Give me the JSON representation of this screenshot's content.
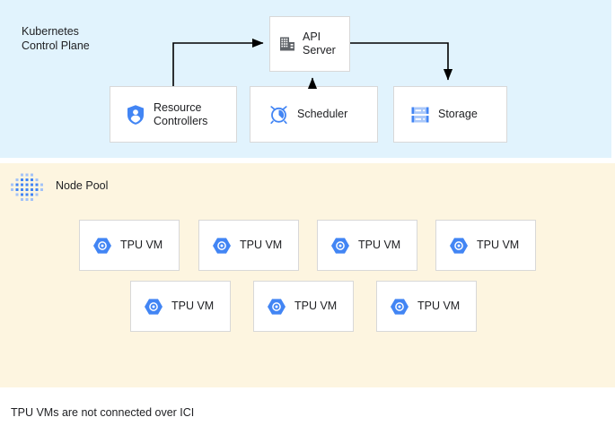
{
  "diagram": {
    "title_hidden": "GKE TPU node pool architecture",
    "colors": {
      "control_plane_bg": "#e1f3fd",
      "node_pool_bg": "#fdf5e0",
      "card_bg": "#ffffff",
      "card_border": "#d8d8d8",
      "accent_blue": "#4285f4",
      "accent_blue_light": "#a3c2f7",
      "icon_gray": "#5f6368",
      "text": "#202124",
      "arrow": "#000000"
    }
  },
  "control_plane": {
    "title": "Kubernetes\nControl Plane",
    "nodes": [
      {
        "id": "api-server",
        "label": "API\nServer",
        "icon": "building-icon"
      },
      {
        "id": "resource-controllers",
        "label": "Resource\nControllers",
        "icon": "shield-person-icon"
      },
      {
        "id": "scheduler",
        "label": "Scheduler",
        "icon": "alarm-clock-icon"
      },
      {
        "id": "storage",
        "label": "Storage",
        "icon": "server-storage-icon"
      }
    ],
    "edges": [
      {
        "from": "resource-controllers",
        "to": "api-server",
        "direction": "to"
      },
      {
        "from": "scheduler",
        "to": "api-server",
        "direction": "to"
      },
      {
        "from": "api-server",
        "to": "storage",
        "direction": "to"
      }
    ]
  },
  "node_pool": {
    "title": "Node Pool",
    "icon": "dot-grid-icon",
    "rows": [
      [
        {
          "label": "TPU VM",
          "icon": "tpu-hexagon-icon"
        },
        {
          "label": "TPU VM",
          "icon": "tpu-hexagon-icon"
        },
        {
          "label": "TPU VM",
          "icon": "tpu-hexagon-icon"
        },
        {
          "label": "TPU VM",
          "icon": "tpu-hexagon-icon"
        }
      ],
      [
        {
          "label": "TPU VM",
          "icon": "tpu-hexagon-icon"
        },
        {
          "label": "TPU VM",
          "icon": "tpu-hexagon-icon"
        },
        {
          "label": "TPU VM",
          "icon": "tpu-hexagon-icon"
        }
      ]
    ],
    "vm_count": 7
  },
  "footnote": "TPU VMs are not connected over ICI"
}
